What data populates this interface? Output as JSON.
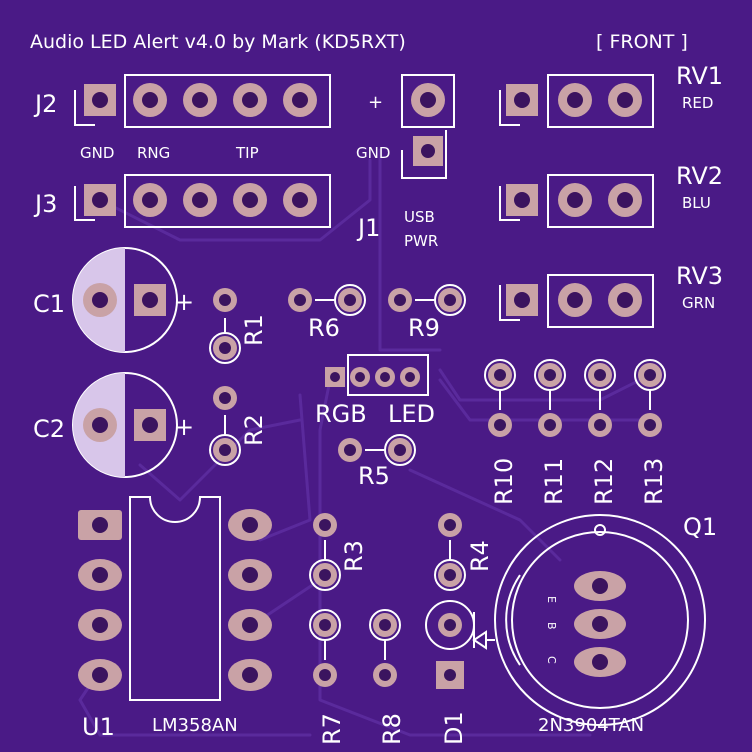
{
  "board": {
    "background": "#4a1a86",
    "silkscreen_color": "#ffffff",
    "pad_color": "#c9a2a6",
    "title": "Audio LED Alert v4.0 by Mark (KD5RXT)",
    "side": "[ FRONT ]"
  },
  "components": {
    "J2": {
      "ref": "J2",
      "pins": [
        "GND",
        "RNG",
        "TIP"
      ]
    },
    "J3": {
      "ref": "J3"
    },
    "J1": {
      "ref": "J1",
      "plus": "+",
      "gnd": "GND",
      "line1": "USB",
      "line2": "PWR"
    },
    "RV1": {
      "ref": "RV1",
      "label": "RED"
    },
    "RV2": {
      "ref": "RV2",
      "label": "BLU"
    },
    "RV3": {
      "ref": "RV3",
      "label": "GRN"
    },
    "C1": {
      "ref": "C1",
      "plus": "+"
    },
    "C2": {
      "ref": "C2",
      "plus": "+"
    },
    "R1": "R1",
    "R2": "R2",
    "R3": "R3",
    "R4": "R4",
    "R5": "R5",
    "R6": "R6",
    "R7": "R7",
    "R8": "R8",
    "R9": "R9",
    "R10": "R10",
    "R11": "R11",
    "R12": "R12",
    "R13": "R13",
    "RGB": {
      "line1": "RGB",
      "line2": "LED"
    },
    "U1": {
      "ref": "U1",
      "value": "LM358AN"
    },
    "D1": "D1",
    "Q1": {
      "ref": "Q1",
      "value": "2N3904TAN",
      "pins": [
        "E",
        "B",
        "C"
      ]
    }
  }
}
